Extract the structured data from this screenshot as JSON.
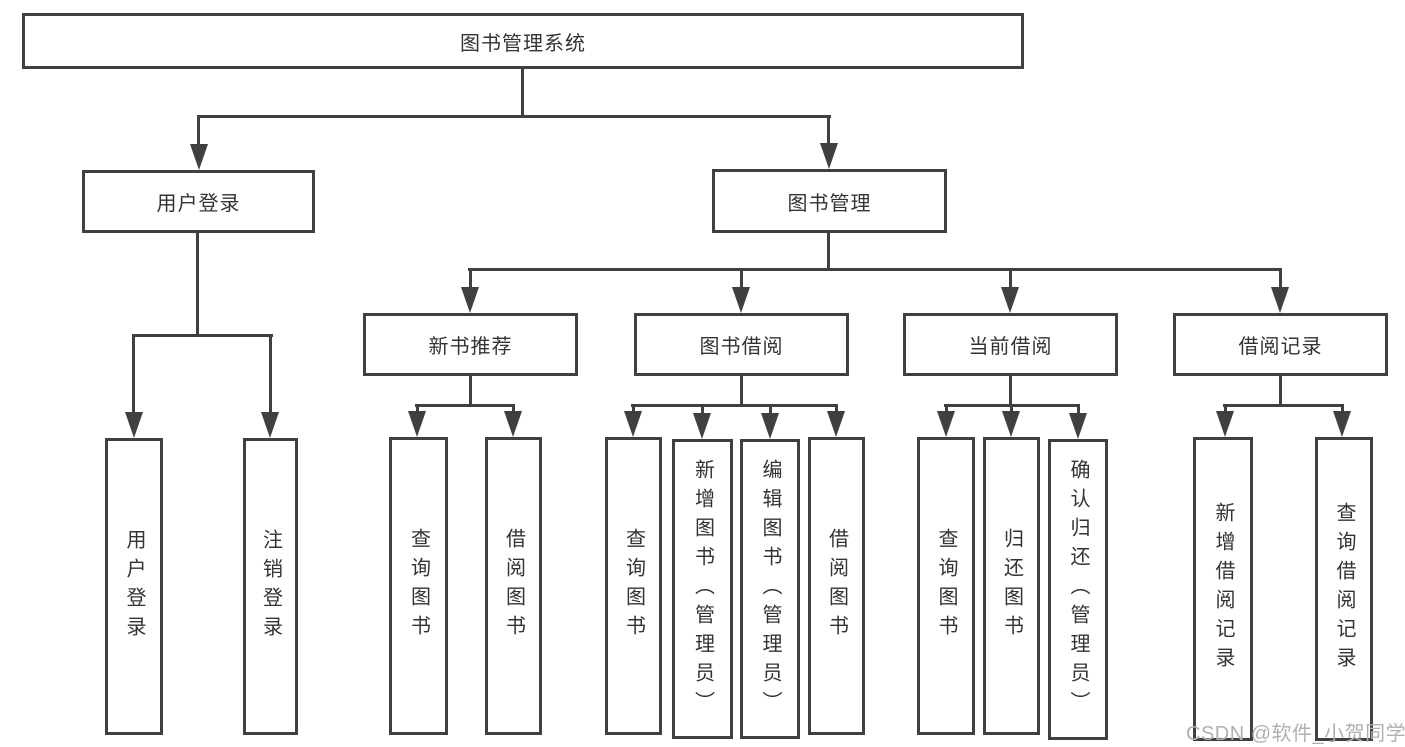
{
  "diagram_type": "hierarchy-tree",
  "colors": {
    "line": "#404040",
    "text": "#333333",
    "watermark": "#b0b0b0",
    "background": "#ffffff"
  },
  "watermark": "CSDN @软件_小贺同学",
  "tree": {
    "label": "图书管理系统",
    "children": [
      {
        "label": "用户登录",
        "children": [
          {
            "label": "用户登录"
          },
          {
            "label": "注销登录"
          }
        ]
      },
      {
        "label": "图书管理",
        "children": [
          {
            "label": "新书推荐",
            "children": [
              {
                "label": "查询图书"
              },
              {
                "label": "借阅图书"
              }
            ]
          },
          {
            "label": "图书借阅",
            "children": [
              {
                "label": "查询图书"
              },
              {
                "label": "新增图书（管理员）"
              },
              {
                "label": "编辑图书（管理员）"
              },
              {
                "label": "借阅图书"
              }
            ]
          },
          {
            "label": "当前借阅",
            "children": [
              {
                "label": "查询图书"
              },
              {
                "label": "归还图书"
              },
              {
                "label": "确认归还（管理员）"
              }
            ]
          },
          {
            "label": "借阅记录",
            "children": [
              {
                "label": "新增借阅记录"
              },
              {
                "label": "查询借阅记录"
              }
            ]
          }
        ]
      }
    ]
  }
}
